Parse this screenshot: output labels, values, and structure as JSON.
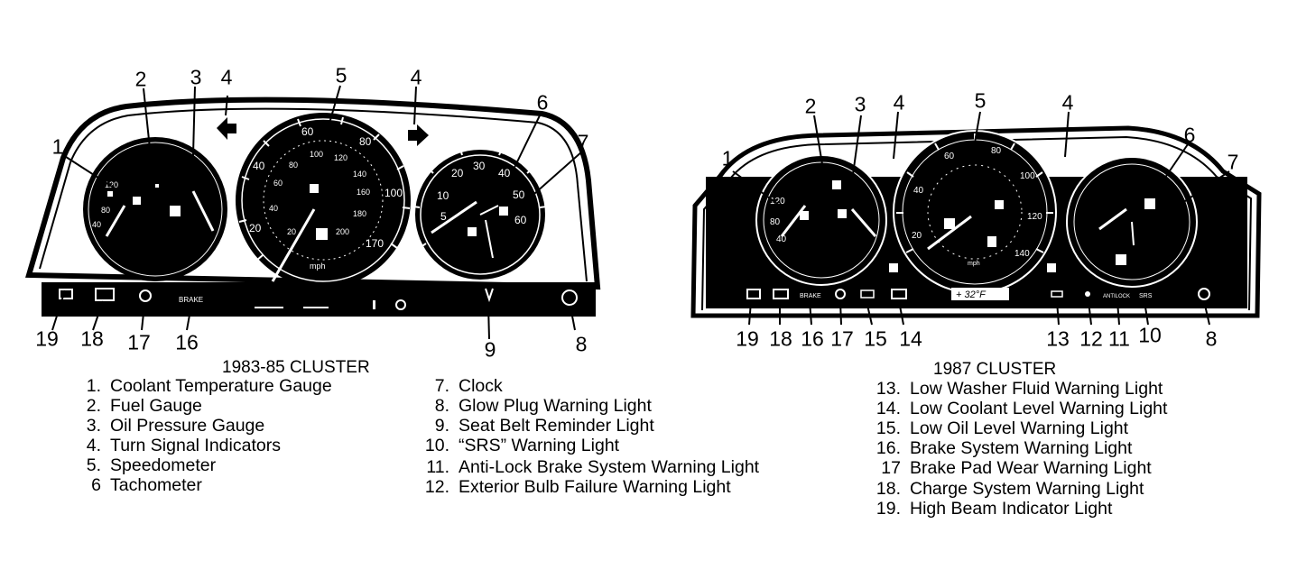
{
  "clusters": [
    {
      "title": "1983-85 CLUSTER",
      "callouts": [
        "1",
        "2",
        "3",
        "4",
        "5",
        "4",
        "6",
        "7",
        "19",
        "18",
        "17",
        "16",
        "9",
        "8"
      ],
      "gauge_labels": {
        "coolant": [
          "120",
          "80",
          "40"
        ],
        "speedo_mph": [
          "20",
          "40",
          "60",
          "80",
          "100",
          "120"
        ],
        "speedo_kmh": [
          "20",
          "40",
          "60",
          "80",
          "100",
          "120",
          "140",
          "160",
          "180",
          "200"
        ],
        "speedo_outer_extra": [
          "100",
          "170"
        ],
        "tach": [
          "5",
          "10",
          "20",
          "30",
          "40",
          "50",
          "60"
        ],
        "panel_brake": "BRAKE",
        "unit_mph": "mph"
      }
    },
    {
      "title": "1987 CLUSTER",
      "callouts": [
        "1",
        "2",
        "3",
        "4",
        "5",
        "4",
        "6",
        "7",
        "19",
        "18",
        "16",
        "17",
        "15",
        "14",
        "13",
        "12",
        "11",
        "10",
        "8"
      ],
      "gauge_labels": {
        "coolant": [
          "120",
          "80",
          "40"
        ],
        "speedo": [
          "20",
          "40",
          "60",
          "80",
          "100",
          "120",
          "140"
        ],
        "temp_display": "+  32°F",
        "panel_brake": "BRAKE",
        "panel_abs": "ANTILOCK",
        "panel_srs": "SRS",
        "unit_mph": "mph"
      }
    }
  ],
  "legend": {
    "col1": [
      {
        "num": "1.",
        "text": "Coolant Temperature Gauge"
      },
      {
        "num": "2.",
        "text": "Fuel Gauge"
      },
      {
        "num": "3.",
        "text": "Oil Pressure Gauge"
      },
      {
        "num": "4.",
        "text": "Turn Signal Indicators"
      },
      {
        "num": "5.",
        "text": "Speedometer"
      },
      {
        "num": "6",
        "text": "Tachometer"
      }
    ],
    "col2": [
      {
        "num": "7.",
        "text": "Clock"
      },
      {
        "num": "8.",
        "text": "Glow Plug Warning Light"
      },
      {
        "num": "9.",
        "text": "Seat Belt Reminder Light"
      },
      {
        "num": "10.",
        "text": "“SRS” Warning Light"
      },
      {
        "num": "11.",
        "text": "Anti-Lock Brake System Warning Light"
      },
      {
        "num": "12.",
        "text": "Exterior Bulb Failure Warning Light"
      }
    ],
    "col3": [
      {
        "num": "13.",
        "text": "Low Washer Fluid Warning Light"
      },
      {
        "num": "14.",
        "text": "Low Coolant Level Warning Light"
      },
      {
        "num": "15.",
        "text": "Low Oil Level Warning Light"
      },
      {
        "num": "16.",
        "text": "Brake System Warning Light"
      },
      {
        "num": "17",
        "text": "Brake Pad Wear Warning Light"
      },
      {
        "num": "18.",
        "text": "Charge System Warning Light"
      },
      {
        "num": "19.",
        "text": "High Beam Indicator Light"
      }
    ]
  }
}
